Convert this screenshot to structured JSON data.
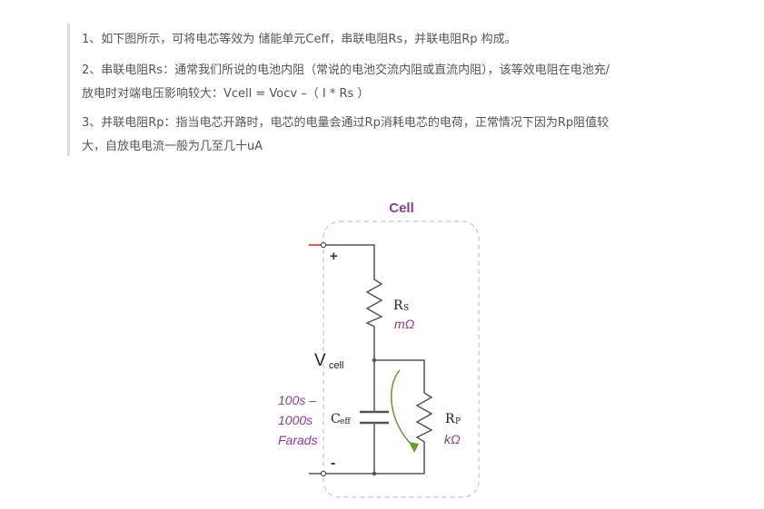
{
  "paragraphs": [
    {
      "line1": "1、如下图所示，可将电芯等效为 储能单元Ceff，串联电阻Rs，并联电阻Rp 构成。"
    },
    {
      "line1": "2、串联电阻Rs：通常我们所说的电池内阻（常说的电池交流内阻或直流内阻），该等效电阻在电池充/",
      "line2": "放电时对端电压影响较大：Vcell = Vocv –（ I * Rs ）"
    },
    {
      "line1": "3、并联电阻Rp：指当电芯开路时，电芯的电量会通过Rp消耗电芯的电荷，正常情况下因为Rp阻值较",
      "line2": "大，自放电电流一般为几至几十uA"
    }
  ],
  "figure": {
    "cell_label": "Cell",
    "plus": "+",
    "minus": "-",
    "v_main": "V",
    "v_sub": "cell",
    "rs_main": "R",
    "rs_sub": "S",
    "rs_unit": "mΩ",
    "ceff_main": "C",
    "ceff_sub": "eff",
    "rp_main": "R",
    "rp_sub": "P",
    "rp_unit": "kΩ",
    "cap_range_1": "100s –",
    "cap_range_2": "1000s",
    "cap_unit": "Farads",
    "colors": {
      "purple": "#8e3a96",
      "wire": "#555555",
      "dash": "#b8c8d8",
      "arrow": "#6a9a2a",
      "terminal_red": "#e02020"
    }
  }
}
